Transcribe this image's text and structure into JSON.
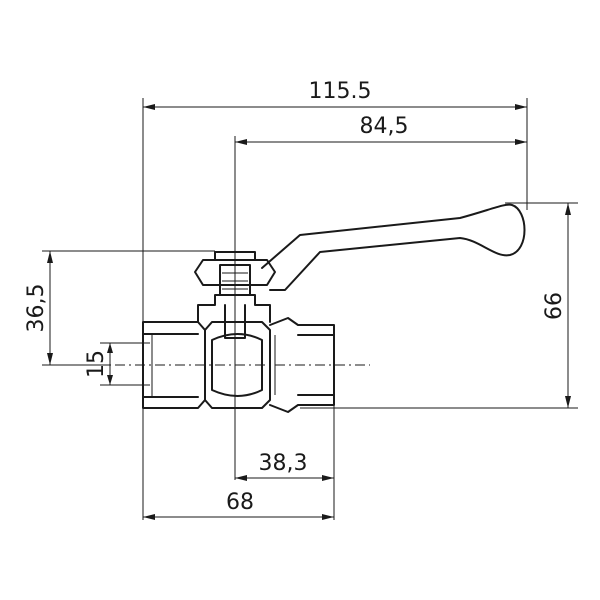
{
  "drawing": {
    "dimensions": {
      "overall_length": "115.5",
      "handle_reach": "84,5",
      "stem_height": "36,5",
      "bore": "15",
      "height": "66",
      "center_offset": "38,3",
      "body_length": "68"
    }
  }
}
